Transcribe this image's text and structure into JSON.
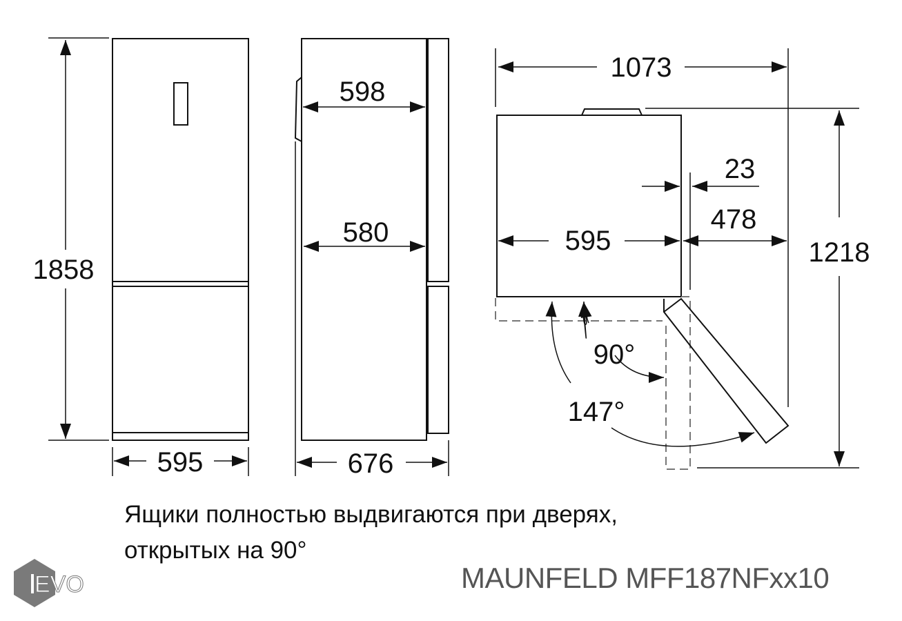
{
  "dimensions": {
    "height_total": "1858",
    "front_width": "595",
    "depth_body": "598",
    "depth_inner": "580",
    "depth_total": "676",
    "top_width_total": "1073",
    "top_depth_total": "1218",
    "top_body_width": "595",
    "door_gap": "23",
    "door_swing_width": "478",
    "angle_small": "90°",
    "angle_large": "147°"
  },
  "caption": {
    "line1": "Ящики полностью выдвигаются при дверях,",
    "line2": "открытых на 90°"
  },
  "model": "MAUNFELD MFF187NFxx10",
  "logo": {
    "text": "EVO",
    "color": "#7a7a7a"
  }
}
